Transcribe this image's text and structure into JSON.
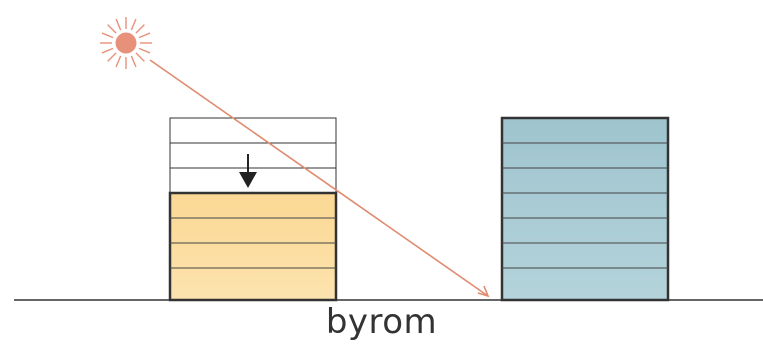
{
  "caption": "byrom",
  "colors": {
    "sun": "#E8917A",
    "sun_ray": "#E8917A",
    "light_line": "#E08B70",
    "ground": "#333333",
    "building_outline": "#333333",
    "building_left_fill_top": "#FBD894",
    "building_left_fill_bottom": "#FCE3AE",
    "building_right_fill_top": "#9FC4CE",
    "building_right_fill_bottom": "#B4D3DB",
    "removed_floors_line": "#333333",
    "arrow": "#222222"
  },
  "icons": {
    "sun": "sun-icon",
    "arrow": "arrow-down-icon"
  },
  "buildings": [
    {
      "name": "short-building",
      "floors": 4,
      "removed_floors": 3
    },
    {
      "name": "tall-building",
      "floors": 7
    }
  ]
}
